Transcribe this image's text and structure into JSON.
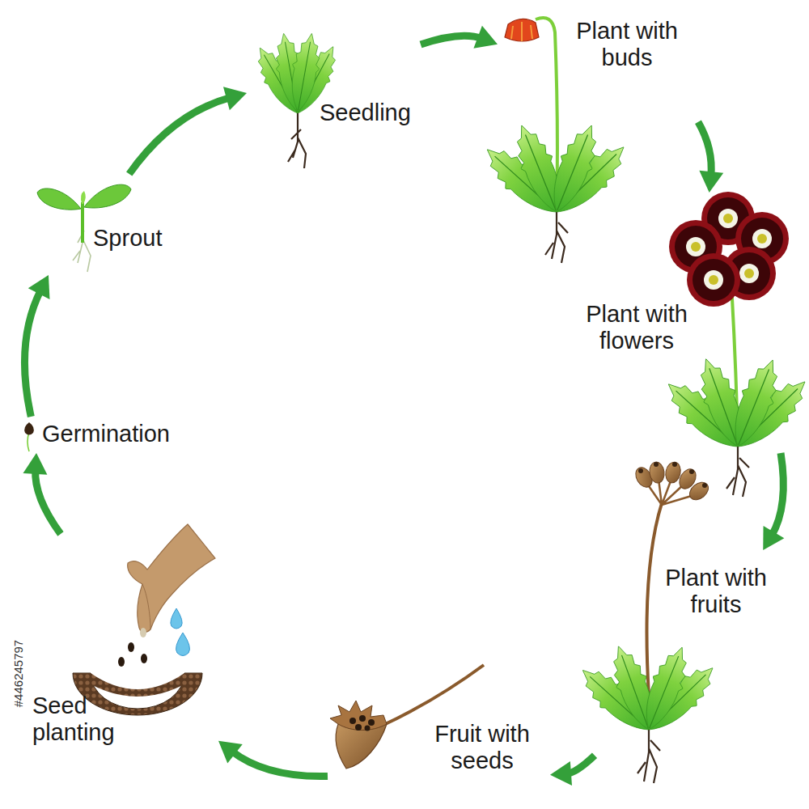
{
  "diagram": {
    "nodes": [
      {
        "text": [
          "Seedling"
        ]
      },
      {
        "text": [
          "Plant with buds"
        ]
      },
      {
        "text": [
          "Plant with flowers"
        ]
      },
      {
        "text": [
          "Plant with fruits"
        ]
      },
      {
        "text": [
          "Fruit with seeds"
        ]
      },
      {
        "text": [
          "Seed planting"
        ]
      },
      {
        "text": [
          "Germination"
        ]
      },
      {
        "text": [
          "Sprout"
        ]
      }
    ],
    "edges": [
      {
        "from": 0,
        "to": 1,
        "arrow": "to"
      },
      {
        "from": 1,
        "to": 2,
        "arrow": "to"
      },
      {
        "from": 2,
        "to": 3,
        "arrow": "to"
      },
      {
        "from": 3,
        "to": 4,
        "arrow": "to"
      },
      {
        "from": 4,
        "to": 5,
        "arrow": "to"
      },
      {
        "from": 5,
        "to": 6,
        "arrow": "to"
      },
      {
        "from": 6,
        "to": 7,
        "arrow": "to"
      },
      {
        "from": 7,
        "to": 0,
        "arrow": "to"
      }
    ],
    "labels": [
      "#446245797"
    ]
  }
}
